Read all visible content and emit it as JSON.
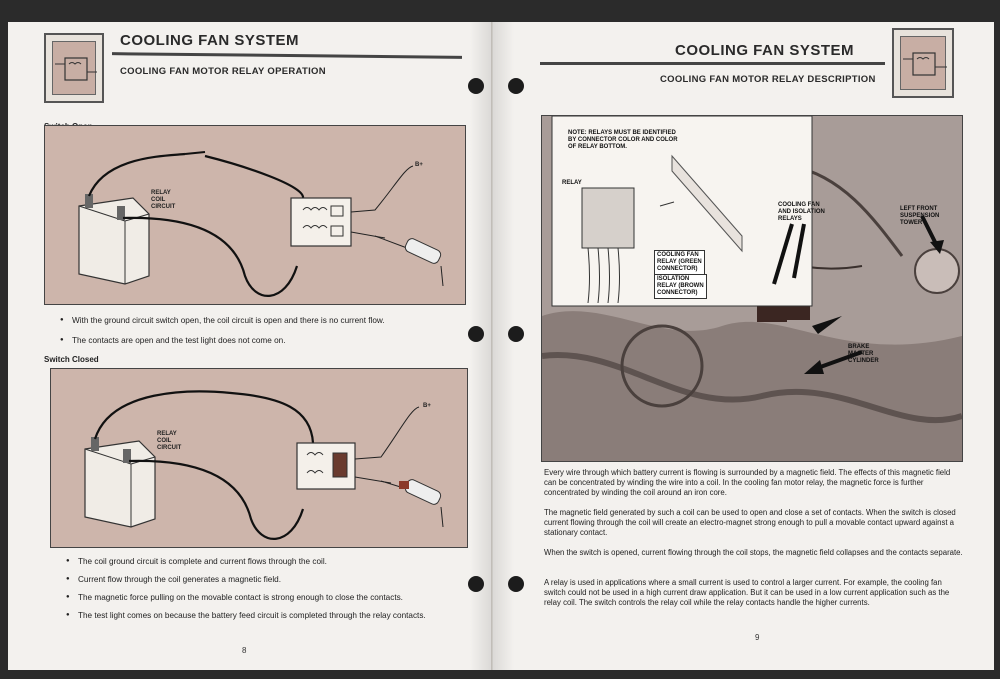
{
  "left_page": {
    "header_title": "COOLING FAN SYSTEM",
    "header_subtitle": "COOLING FAN MOTOR RELAY OPERATION",
    "section_open": "Switch Open",
    "section_closed": "Switch Closed",
    "diagram_label_relay": "RELAY",
    "diagram_label_coil": "COIL",
    "diagram_label_circuit": "CIRCUIT",
    "diagram_label_bplus": "B+",
    "bullets_open": [
      "With the ground circuit switch open, the coil circuit is open and there is no current flow.",
      "The contacts are open and the test light does not come on."
    ],
    "bullets_closed": [
      "The coil ground circuit is complete and current flows through the coil.",
      "Current flow through the coil generates a magnetic field.",
      "The magnetic force pulling on the movable contact is strong enough to close the contacts.",
      "The test light comes on because the battery feed circuit is completed through the relay contacts."
    ],
    "page_number": "8"
  },
  "right_page": {
    "header_title": "COOLING FAN SYSTEM",
    "header_subtitle": "COOLING FAN MOTOR RELAY DESCRIPTION",
    "note_lines": [
      "NOTE: RELAYS MUST BE IDENTIFIED",
      "BY CONNECTOR COLOR AND COLOR",
      "OF RELAY BOTTOM."
    ],
    "callout_relay": "RELAY",
    "callout_cooling_relay": [
      "COOLING FAN",
      "RELAY (GREEN",
      "CONNECTOR)"
    ],
    "callout_isolation_relay": [
      "ISOLATION",
      "RELAY (BROWN",
      "CONNECTOR)"
    ],
    "callout_relays": [
      "COOLING FAN",
      "AND ISOLATION",
      "RELAYS"
    ],
    "callout_tower": [
      "LEFT FRONT",
      "SUSPENSION",
      "TOWER"
    ],
    "callout_brake": [
      "BRAKE",
      "MASTER",
      "CYLINDER"
    ],
    "paragraphs": [
      "Every wire through which battery current is flowing is surrounded by a magnetic field. The effects of this magnetic field can be concentrated by winding the wire into a coil. In the cooling fan motor relay, the magnetic force is further concentrated by winding the coil around an iron core.",
      "The magnetic field generated by such a coil can be used to open and close a set of contacts. When the switch is closed current flowing through the coil will create an electro-magnet strong enough to pull a movable contact upward against a stationary contact.",
      "When the switch is opened, current flowing through the coil stops, the magnetic field collapses and the contacts separate.",
      "A relay is used in applications where a small current is used to control a larger current. For example, the cooling fan switch could not be used in a high current draw application. But it can be used in a low current application such as the relay coil. The switch controls the relay coil while the relay contacts handle the higher currents."
    ],
    "page_number": "9"
  }
}
